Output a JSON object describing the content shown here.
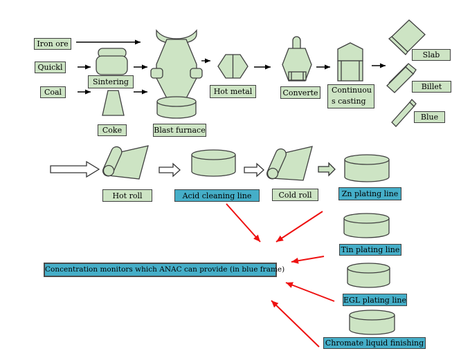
{
  "diagram_type": "steel production process flow",
  "colors": {
    "shape_green": "#cde4c4",
    "label_green": "#cde4c4",
    "label_blue": "#45aec8",
    "red_arrow": "#ff0000",
    "outline": "#3f3f3f"
  },
  "stage_ironmaking": {
    "iron_ore": "Iron ore",
    "quicklime": "Quickl",
    "coal": "Coal",
    "sintering": "Sintering",
    "coke": "Coke",
    "blast_furnace": "Blast furnace"
  },
  "stage_steelmaking": {
    "hot_metal": "Hot metal",
    "converter": "Converte",
    "continuous_casting_line1": "Continuou",
    "continuous_casting_line2": "s casting",
    "slab": "Slab",
    "billet": "Billet",
    "bloom": "Blue"
  },
  "stage_rolling": {
    "hot_roll": "Hot roll",
    "acid_cleaning": "Acid cleaning line",
    "cold_roll": "Cold roll",
    "zn_plating": "Zn plating line"
  },
  "stage_finishing": {
    "tin_plating": "Tin plating line",
    "egl_plating": "EGL plating line",
    "chromate": "Chromate liquid finishing"
  },
  "note": {
    "anac": "Concentration monitors which ANAC can provide (in blue frame)"
  },
  "shapes": {
    "sintering_machine": "hopper-with-lid-icon",
    "coke": "trapezoid-kiln-icon",
    "blast_furnace": "furnace-silhouette-icon",
    "hot_metal": "hexagon-ladle-icon",
    "converter": "vessel-with-lance-icon",
    "continuous_casting": "casting-mold-icon",
    "slab": "tilted-slab-icon",
    "billet": "tilted-bar-icon",
    "bloom": "tilted-rod-icon",
    "roll_coil": "rolled-sheet-icon",
    "process_tank": "cylinder-tank-icon"
  }
}
